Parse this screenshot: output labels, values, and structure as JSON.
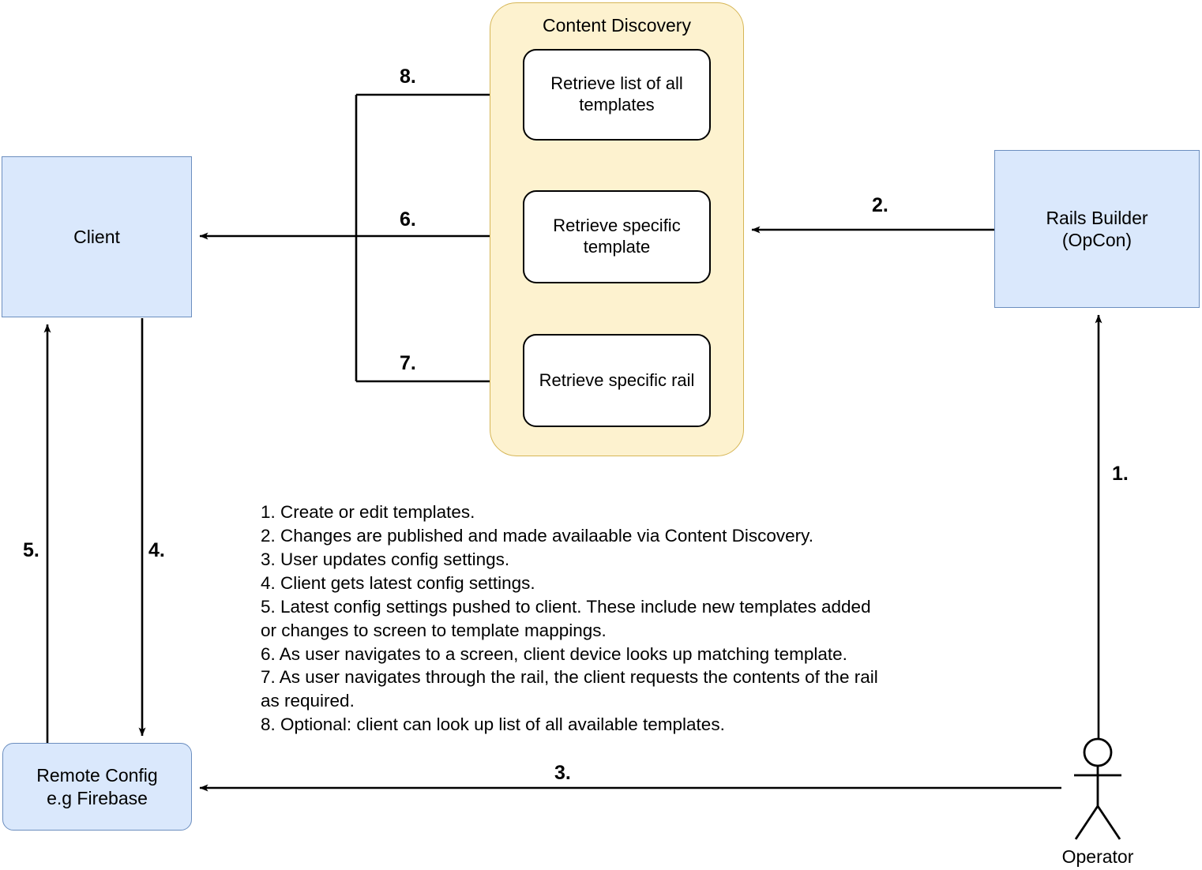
{
  "diagram": {
    "title": "Content Discovery flow diagram",
    "colors": {
      "node_fill_blue": "#dae8fc",
      "node_stroke_blue": "#6c8ebf",
      "group_fill_yellow": "#fdf2cf",
      "group_stroke_yellow": "#d6b656",
      "node_fill_white": "#ffffff",
      "stroke_black": "#000000",
      "background": "#ffffff"
    },
    "nodes": {
      "client": {
        "label": "Client"
      },
      "rails_builder": {
        "label": "Rails Builder\n(OpCon)",
        "line1": "Rails Builder",
        "line2": "(OpCon)"
      },
      "remote_config": {
        "label": "Remote Config\ne.g Firebase",
        "line1": "Remote Config",
        "line2": "e.g Firebase"
      },
      "operator": {
        "label": "Operator"
      }
    },
    "group": {
      "title": "Content Discovery",
      "items": [
        {
          "label": "Retrieve list of all templates",
          "line1": "Retrieve list of all",
          "line2": "templates"
        },
        {
          "label": "Retrieve specific template",
          "line1": "Retrieve specific",
          "line2": "template"
        },
        {
          "label": "Retrieve specific rail",
          "line1": "Retrieve specific rail",
          "line2": ""
        }
      ]
    },
    "edge_labels": {
      "e1": "1.",
      "e2": "2.",
      "e3": "3.",
      "e4": "4.",
      "e5": "5.",
      "e6": "6.",
      "e7": "7.",
      "e8": "8."
    },
    "legend": {
      "lines": [
        "1. Create or edit templates.",
        "2. Changes are published and made availaable via Content Discovery.",
        "3. User updates config settings.",
        "4. Client gets latest config settings.",
        "5. Latest config settings pushed to client. These include new templates added",
        "or changes to screen to template mappings.",
        "6. As user navigates to a screen, client device looks up matching template.",
        "7. As user navigates through the rail, the client requests the contents of the rail",
        "as required.",
        "8. Optional: client can look up list of all available templates."
      ]
    }
  }
}
